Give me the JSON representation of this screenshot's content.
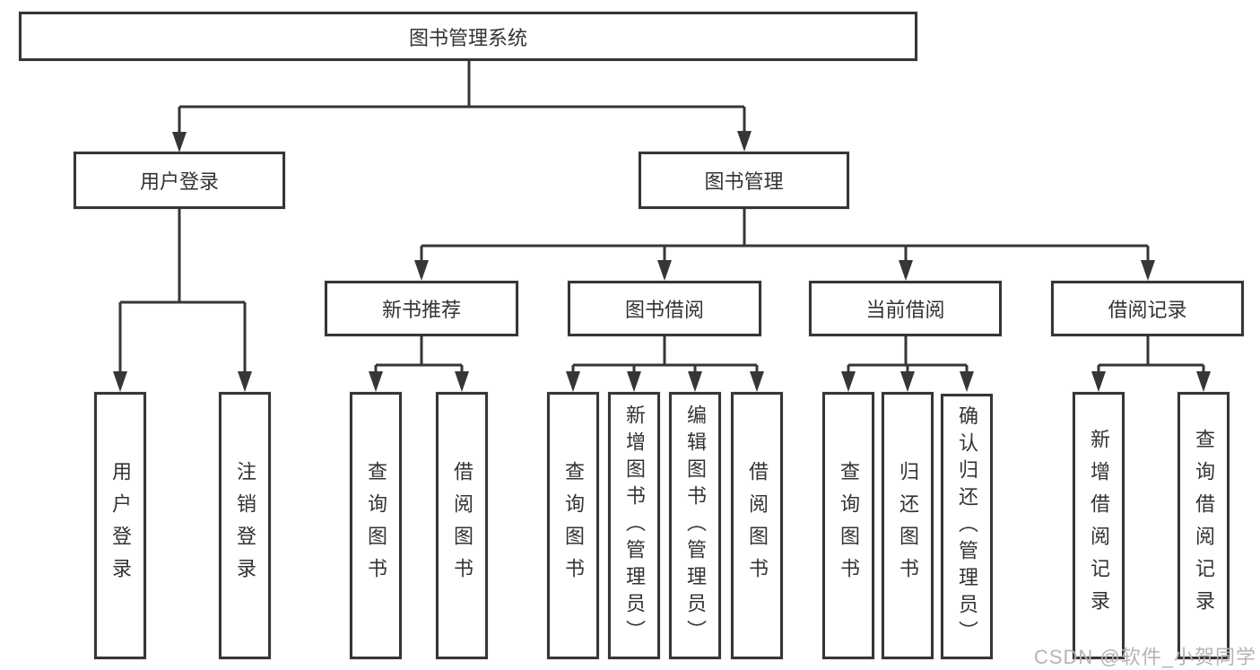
{
  "colors": {
    "line": "#363636",
    "text": "#333333",
    "watermark": "#b4b4b4"
  },
  "tree": {
    "root": "图书管理系统",
    "branches": [
      {
        "label": "用户登录",
        "children": [
          {
            "label": "用户登录"
          },
          {
            "label": "注销登录"
          }
        ]
      },
      {
        "label": "图书管理",
        "children": [
          {
            "label": "新书推荐",
            "children": [
              {
                "label": "查询图书"
              },
              {
                "label": "借阅图书"
              }
            ]
          },
          {
            "label": "图书借阅",
            "children": [
              {
                "label": "查询图书"
              },
              {
                "label": "新增图书（管理员）"
              },
              {
                "label": "编辑图书（管理员）"
              },
              {
                "label": "借阅图书"
              }
            ]
          },
          {
            "label": "当前借阅",
            "children": [
              {
                "label": "查询图书"
              },
              {
                "label": "归还图书"
              },
              {
                "label": "确认归还（管理员）"
              }
            ]
          },
          {
            "label": "借阅记录",
            "children": [
              {
                "label": "新增借阅记录"
              },
              {
                "label": "查询借阅记录"
              }
            ]
          }
        ]
      }
    ]
  },
  "watermark": {
    "text": "CSDN @软件_小贺同学"
  }
}
